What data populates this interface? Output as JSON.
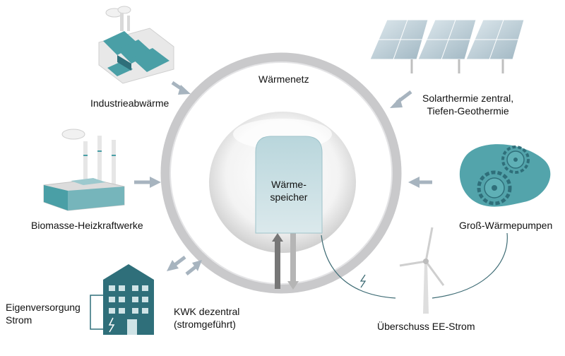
{
  "network": {
    "label": "Wärmenetz"
  },
  "storage": {
    "line1": "Wärme-",
    "line2": "speicher"
  },
  "sources": {
    "industry": "Industrieabwärme",
    "solar_line1": "Solarthermie zentral,",
    "solar_line2": "Tiefen-Geothermie",
    "biomass": "Biomasse-Heizkraftwerke",
    "heat_pumps": "Groß-Wärmepumpen",
    "chp_line1": "KWK dezentral",
    "chp_line2": "(stromgeführt)",
    "self_supply_line1": "Eigenversorgung",
    "self_supply_line2": "Strom",
    "surplus_power": "Überschuss EE-Strom"
  },
  "colors": {
    "teal": "#4a9fa6",
    "teal_dark": "#2f6f7a",
    "ring": "#c9c9cb",
    "arrow": "#a7b4bf",
    "pipe_dark": "#777777",
    "pipe_light": "#b5b5b5",
    "line": "#3d6b74"
  }
}
